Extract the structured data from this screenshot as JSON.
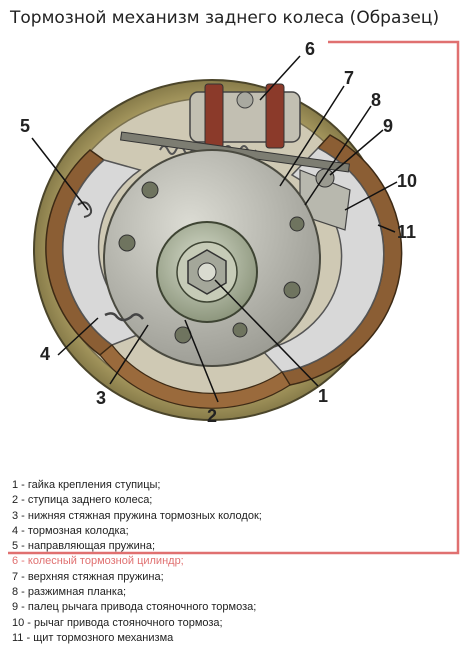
{
  "title": "Тормозной механизм заднего колеса (Образец)",
  "callouts": [
    "1",
    "2",
    "3",
    "4",
    "5",
    "6",
    "7",
    "8",
    "9",
    "10",
    "11"
  ],
  "legend": [
    "1 - гайка крепления ступицы;",
    "2 - ступица заднего колеса;",
    "3 - нижняя стяжная пружина тормозных колодок;",
    "4 - тормозная колодка;",
    "5 - направляющая пружина;",
    "6 - колесный тормозной цилиндр;",
    "7 - верхняя стяжная пружина;",
    "8 - разжимная планка;",
    "9 - палец рычага привода стояночного тормоза;",
    "10 - рычаг привода стояночного тормоза;",
    "11 - щит тормозного механизма"
  ],
  "colors": {
    "highlight": "#e07070",
    "lining": "#8b5e34",
    "drum": "#b9a86a"
  }
}
